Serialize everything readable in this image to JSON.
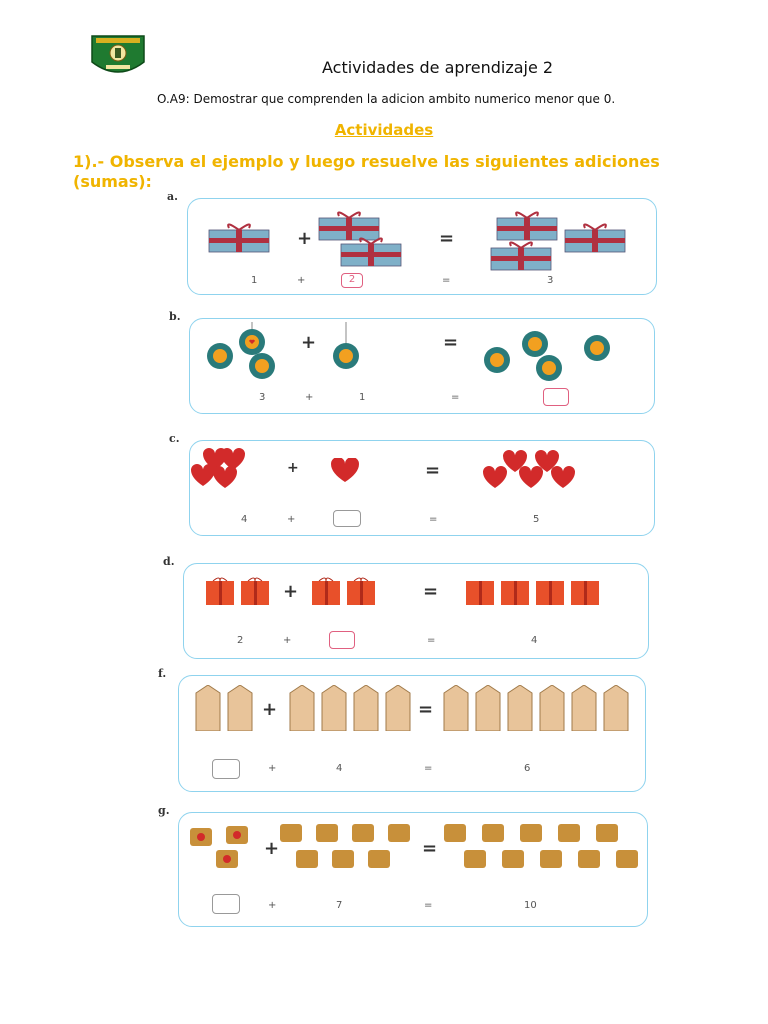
{
  "header": {
    "title": "Actividades de aprendizaje 2",
    "objective": "O.A9: Demostrar que comprenden la adicion ambito numerico menor que  0."
  },
  "section_heading": "Actividades",
  "instruction": "1).- Observa el ejemplo y luego resuelve las siguientes adiciones (sumas):",
  "exercises": [
    {
      "letter": "a.",
      "icon": "gift-box-icon",
      "left": "1",
      "plus": "+",
      "right": "2",
      "eq": "=",
      "result": "3",
      "right_filled": true
    },
    {
      "letter": "b.",
      "icon": "ornament-icon",
      "left": "3",
      "plus": "+",
      "right": "1",
      "eq": "=",
      "result": ""
    },
    {
      "letter": "c.",
      "icon": "heart-icon",
      "left": "4",
      "plus": "+",
      "right": "",
      "eq": "=",
      "result": "5"
    },
    {
      "letter": "d.",
      "icon": "present-icon",
      "left": "2",
      "plus": "+",
      "right": "",
      "eq": "=",
      "result": "4"
    },
    {
      "letter": "f.",
      "icon": "building-icon",
      "left": "",
      "plus": "+",
      "right": "4",
      "eq": "=",
      "result": "6"
    },
    {
      "letter": "g.",
      "icon": "mug-icon",
      "left": "",
      "plus": "+",
      "right": "7",
      "eq": "=",
      "result": "10"
    }
  ],
  "colors": {
    "accent": "#f0b400",
    "box_border": "#8fd3ee",
    "gift": "#7fb0c8",
    "ribbon": "#b03040",
    "ornament": "#2a7a7a",
    "heart": "#d22a2a",
    "present": "#e8502a",
    "building": "#e8c49a",
    "mug": "#c8903a"
  }
}
